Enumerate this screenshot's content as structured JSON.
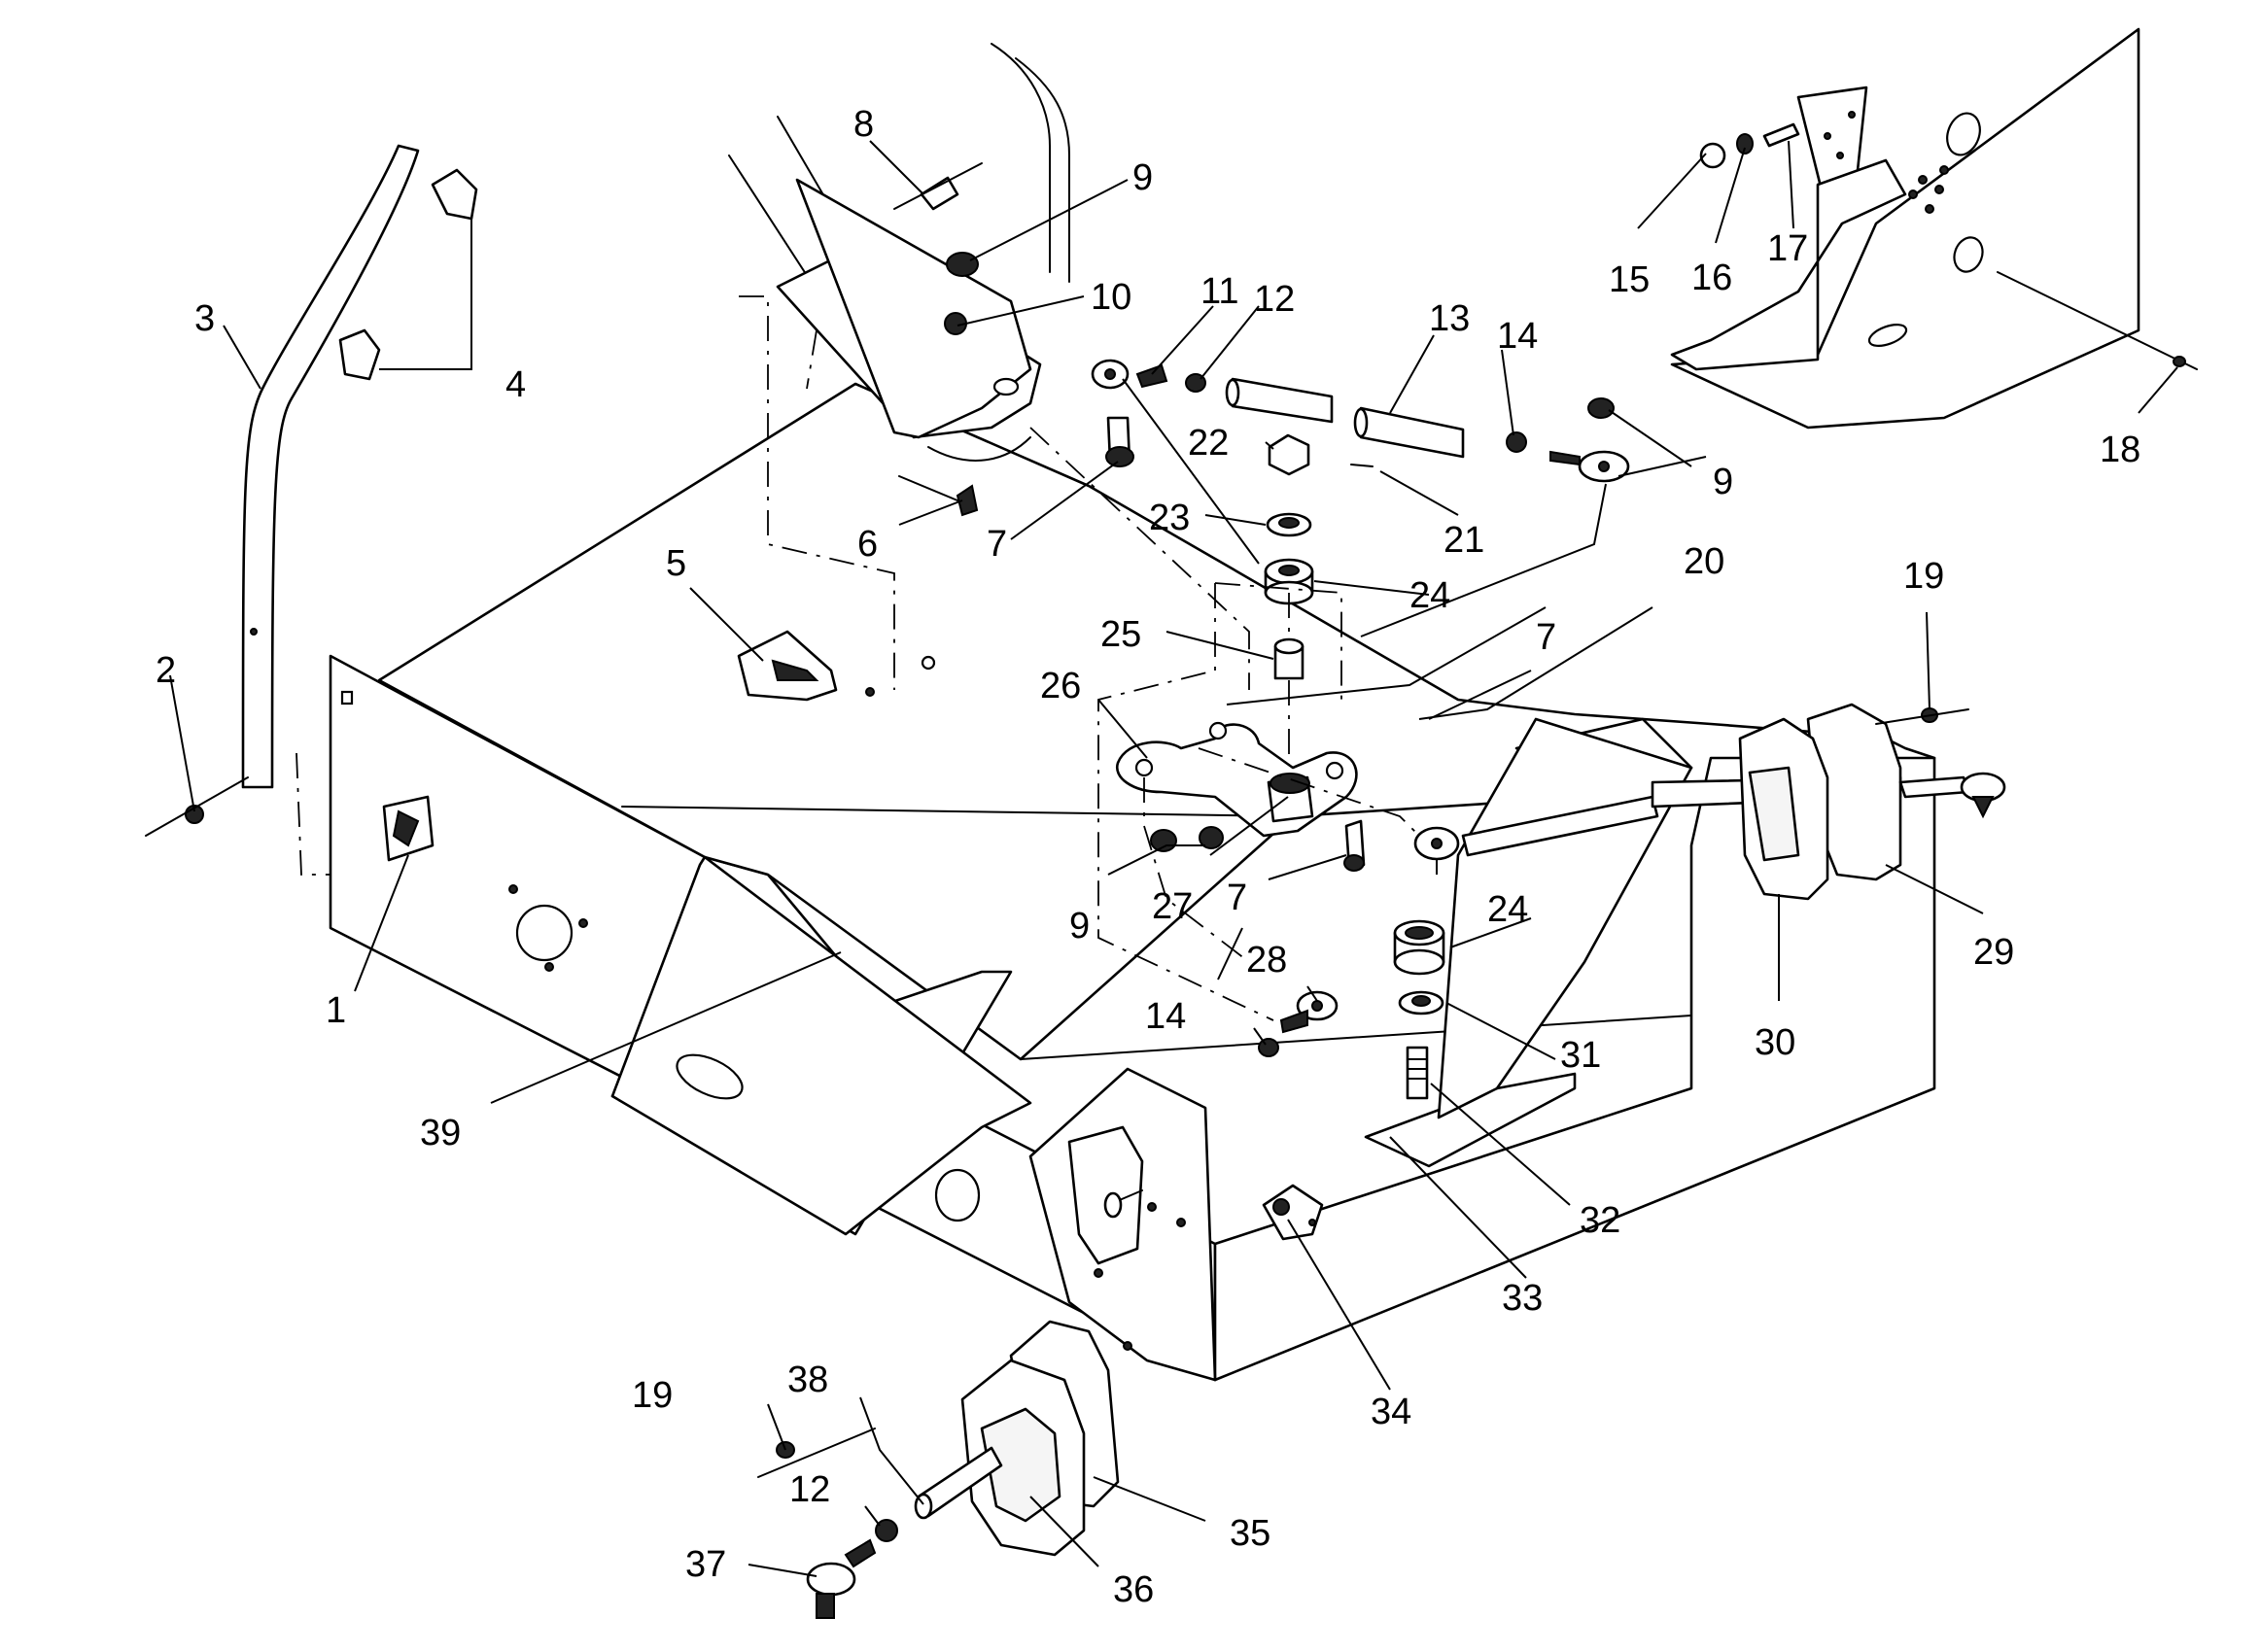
{
  "callouts": [
    {
      "id": "c1",
      "text": "1"
    },
    {
      "id": "c2",
      "text": "2"
    },
    {
      "id": "c3",
      "text": "3"
    },
    {
      "id": "c4",
      "text": "4"
    },
    {
      "id": "c5",
      "text": "5"
    },
    {
      "id": "c6",
      "text": "6"
    },
    {
      "id": "c7a",
      "text": "7"
    },
    {
      "id": "c7b",
      "text": "7"
    },
    {
      "id": "c7c",
      "text": "7"
    },
    {
      "id": "c8",
      "text": "8"
    },
    {
      "id": "c9a",
      "text": "9"
    },
    {
      "id": "c9b",
      "text": "9"
    },
    {
      "id": "c9c",
      "text": "9"
    },
    {
      "id": "c10",
      "text": "10"
    },
    {
      "id": "c11",
      "text": "11"
    },
    {
      "id": "c12a",
      "text": "12"
    },
    {
      "id": "c12b",
      "text": "12"
    },
    {
      "id": "c13",
      "text": "13"
    },
    {
      "id": "c14a",
      "text": "14"
    },
    {
      "id": "c14b",
      "text": "14"
    },
    {
      "id": "c15",
      "text": "15"
    },
    {
      "id": "c16",
      "text": "16"
    },
    {
      "id": "c17",
      "text": "17"
    },
    {
      "id": "c18",
      "text": "18"
    },
    {
      "id": "c19a",
      "text": "19"
    },
    {
      "id": "c19b",
      "text": "19"
    },
    {
      "id": "c20",
      "text": "20"
    },
    {
      "id": "c21",
      "text": "21"
    },
    {
      "id": "c22",
      "text": "22"
    },
    {
      "id": "c23",
      "text": "23"
    },
    {
      "id": "c24a",
      "text": "24"
    },
    {
      "id": "c24b",
      "text": "24"
    },
    {
      "id": "c25",
      "text": "25"
    },
    {
      "id": "c26",
      "text": "26"
    },
    {
      "id": "c27",
      "text": "27"
    },
    {
      "id": "c28",
      "text": "28"
    },
    {
      "id": "c29",
      "text": "29"
    },
    {
      "id": "c30",
      "text": "30"
    },
    {
      "id": "c31",
      "text": "31"
    },
    {
      "id": "c32",
      "text": "32"
    },
    {
      "id": "c33",
      "text": "33"
    },
    {
      "id": "c34",
      "text": "34"
    },
    {
      "id": "c35",
      "text": "35"
    },
    {
      "id": "c36",
      "text": "36"
    },
    {
      "id": "c37",
      "text": "37"
    },
    {
      "id": "c38",
      "text": "38"
    },
    {
      "id": "c39",
      "text": "39"
    }
  ]
}
